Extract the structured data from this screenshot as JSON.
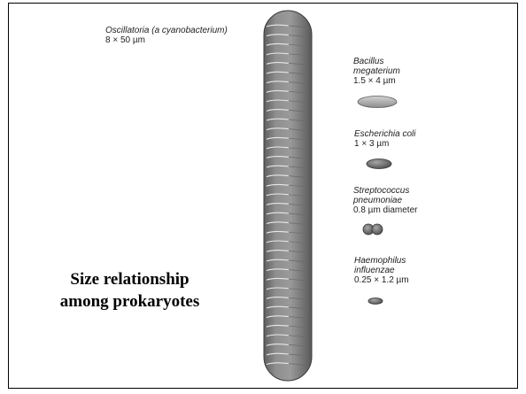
{
  "title": {
    "line1": "Size relationship",
    "line2": "among prokaryotes"
  },
  "organisms": [
    {
      "name": "Oscillatoria (a cyanobacterium)",
      "size": "8 × 50 µm"
    },
    {
      "name_line1": "Bacillus",
      "name_line2": "megaterium",
      "size": "1.5 × 4 µm"
    },
    {
      "name": "Escherichia coli",
      "size": "1 × 3 µm"
    },
    {
      "name_line1": "Streptococcus",
      "name_line2": "pneumoniae",
      "size": "0.8 µm diameter"
    },
    {
      "name_line1": "Haemophilus",
      "name_line2": "influenzae",
      "size": "0.25 × 1.2 µm"
    }
  ],
  "colors": {
    "oscillatoria_fill": "#8a8a8a",
    "oscillatoria_dark": "#5e5e5e",
    "oscillatoria_light": "#b4b4b4",
    "cell_fill": "#7c7c7c",
    "bacillus_fill": "#b0b0b0",
    "outline": "#3a3a3a"
  }
}
